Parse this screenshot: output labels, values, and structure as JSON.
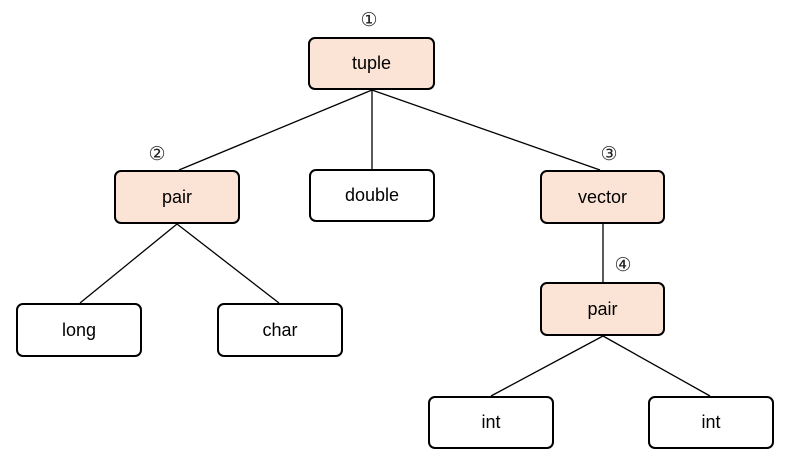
{
  "diagram": {
    "highlight_color": "#fbe4d6",
    "nodes": {
      "tuple": "tuple",
      "pair_a": "pair",
      "double": "double",
      "vector": "vector",
      "long": "long",
      "char": "char",
      "pair_b": "pair",
      "int_a": "int",
      "int_b": "int"
    },
    "markers": {
      "m1": "①",
      "m2": "②",
      "m3": "③",
      "m4": "④"
    }
  }
}
